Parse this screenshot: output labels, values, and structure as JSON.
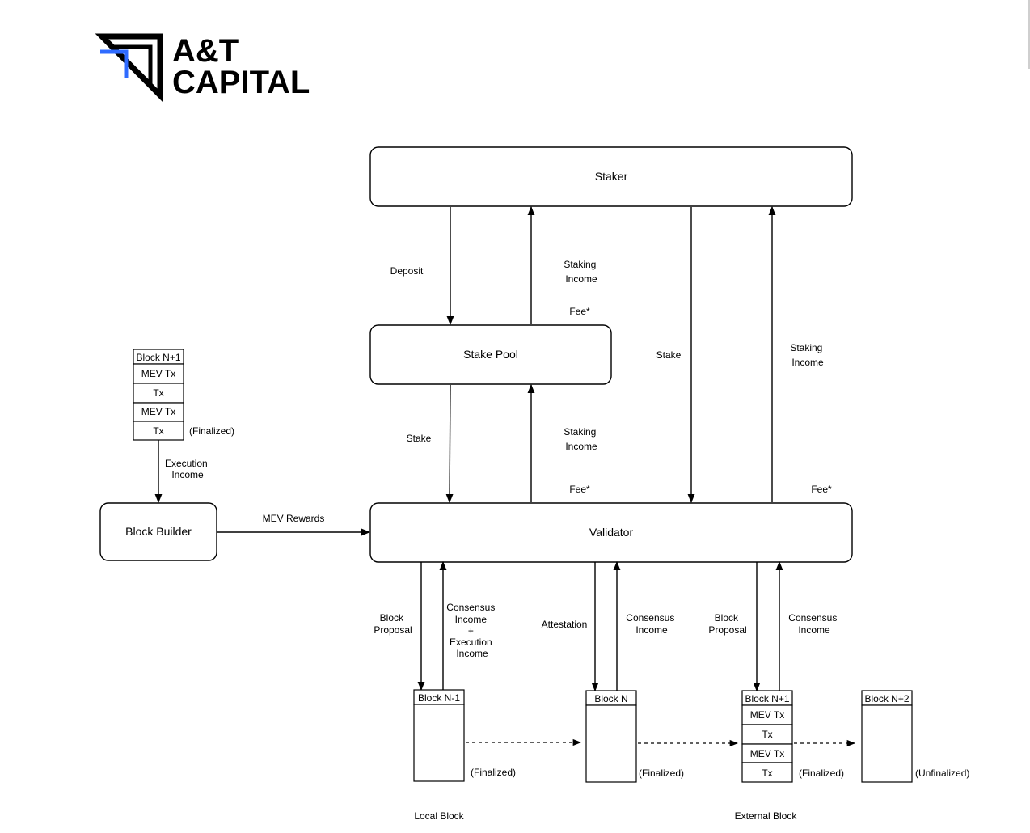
{
  "logo": {
    "line1": "A&T",
    "line2": "CAPITAL",
    "accent": "#2f6bff"
  },
  "boxes": {
    "staker": "Staker",
    "stake_pool": "Stake Pool",
    "validator": "Validator",
    "block_builder": "Block Builder"
  },
  "edge_labels": {
    "deposit": "Deposit",
    "staking_income_pool_to_staker": [
      "Staking",
      "Income"
    ],
    "fee_top": "Fee*",
    "stake_pool_to_validator": "Stake",
    "staking_income_validator_to_pool": [
      "Staking",
      "Income"
    ],
    "fee_mid": "Fee*",
    "stake_staker_to_validator": "Stake",
    "staking_income_validator_to_staker": [
      "Staking",
      "Income"
    ],
    "fee_right": "Fee*",
    "mev_rewards": "MEV Rewards",
    "execution_income": [
      "Execution",
      "Income"
    ],
    "block_proposal_local": [
      "Block",
      "Proposal"
    ],
    "consensus_execution_income": [
      "Consensus",
      "Income",
      "+",
      "Execution",
      "Income"
    ],
    "attestation": "Attestation",
    "consensus_income_n": [
      "Consensus",
      "Income"
    ],
    "block_proposal_external": [
      "Block",
      "Proposal"
    ],
    "consensus_income_n1": [
      "Consensus",
      "Income"
    ]
  },
  "builder_block": {
    "header": "Block N+1",
    "rows": [
      "MEV Tx",
      "Tx",
      "MEV Tx",
      "Tx"
    ],
    "status": "(Finalized)"
  },
  "chain_blocks": [
    {
      "header": "Block N-1",
      "rows": [],
      "status": "(Finalized)"
    },
    {
      "header": "Block N",
      "rows": [],
      "status": "(Finalized)"
    },
    {
      "header": "Block N+1",
      "rows": [
        "MEV Tx",
        "Tx",
        "MEV Tx",
        "Tx"
      ],
      "status": "(Finalized)"
    },
    {
      "header": "Block N+2",
      "rows": [],
      "status": "(Unfinalized)"
    }
  ],
  "footer": {
    "local_block": "Local Block",
    "external_block": "External Block"
  }
}
